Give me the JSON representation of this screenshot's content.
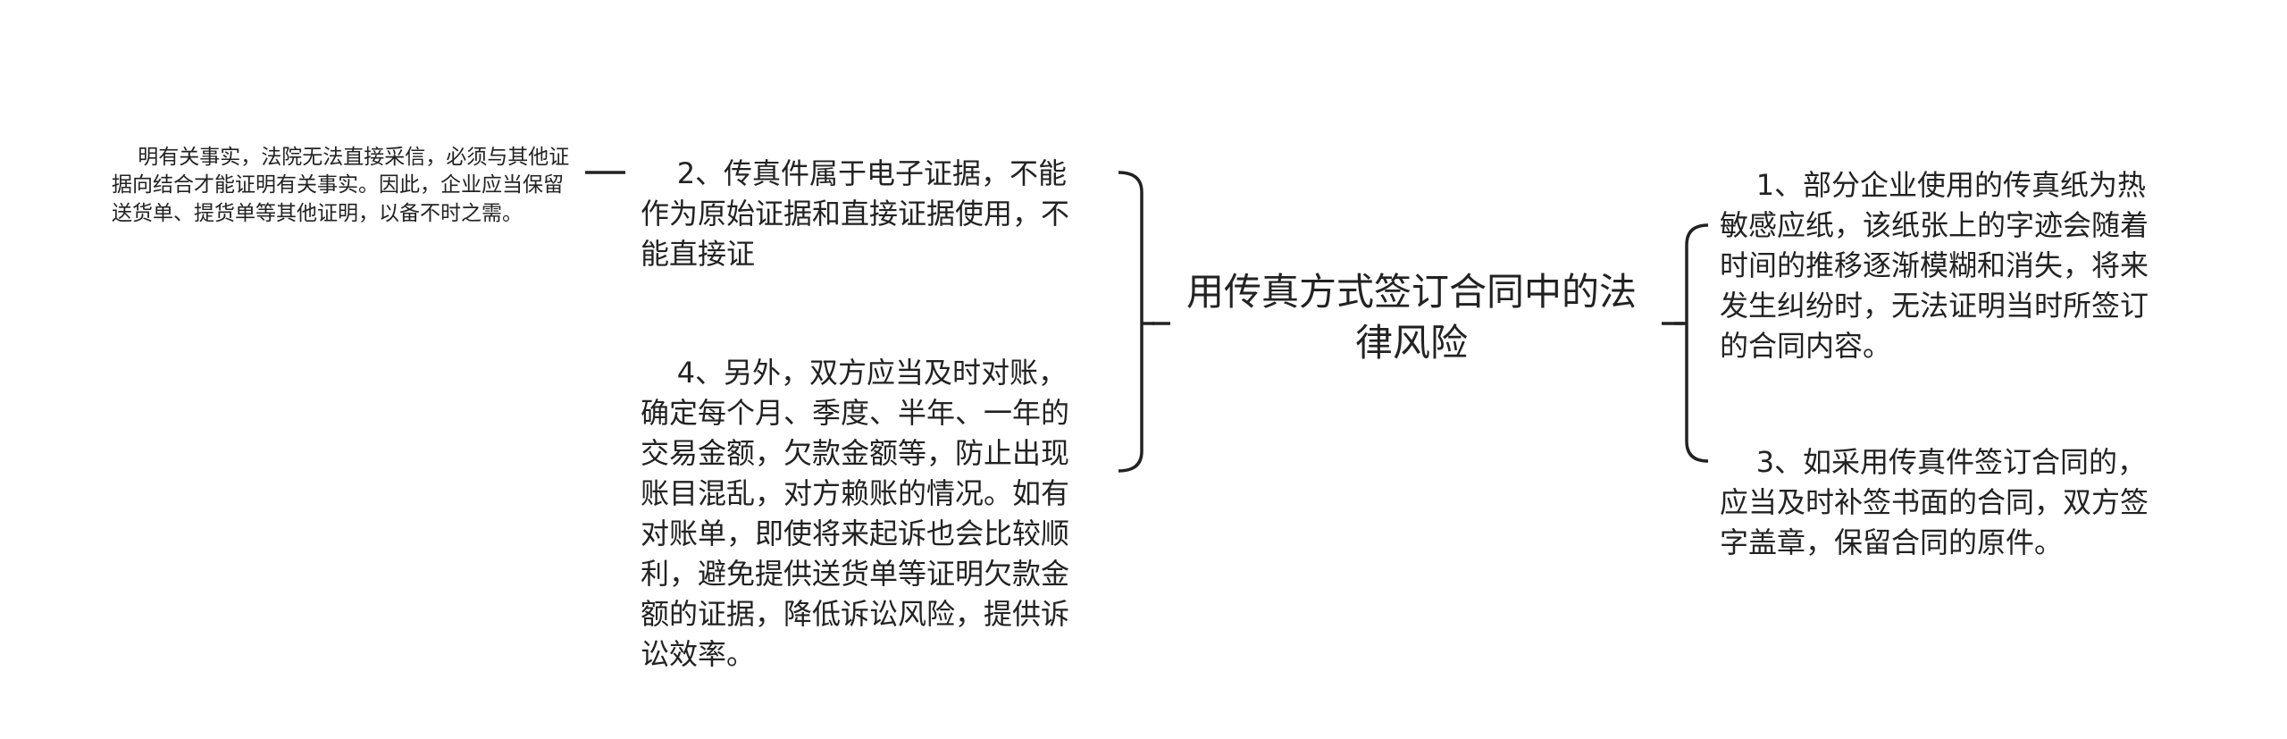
{
  "mindmap": {
    "root": "用传真方式签订合同中的法律风险",
    "left": [
      {
        "text": "2、传真件属于电子证据，不能作为原始证据和直接证据使用，不能直接证",
        "child": "明有关事实，法院无法直接采信，必须与其他证据向结合才能证明有关事实。因此，企业应当保留送货单、提货单等其他证明，以备不时之需。"
      },
      {
        "text": "4、另外，双方应当及时对账，确定每个月、季度、半年、一年的交易金额，欠款金额等，防止出现账目混乱，对方赖账的情况。如有对账单，即使将来起诉也会比较顺利，避免提供送货单等证明欠款金额的证据，降低诉讼风险，提供诉讼效率。"
      }
    ],
    "right": [
      {
        "text": "1、部分企业使用的传真纸为热敏感应纸，该纸张上的字迹会随着时间的推移逐渐模糊和消失，将来发生纠纷时，无法证明当时所签订的合同内容。"
      },
      {
        "text": "3、如采用传真件签订合同的，应当及时补签书面的合同，双方签字盖章，保留合同的原件。"
      }
    ]
  }
}
